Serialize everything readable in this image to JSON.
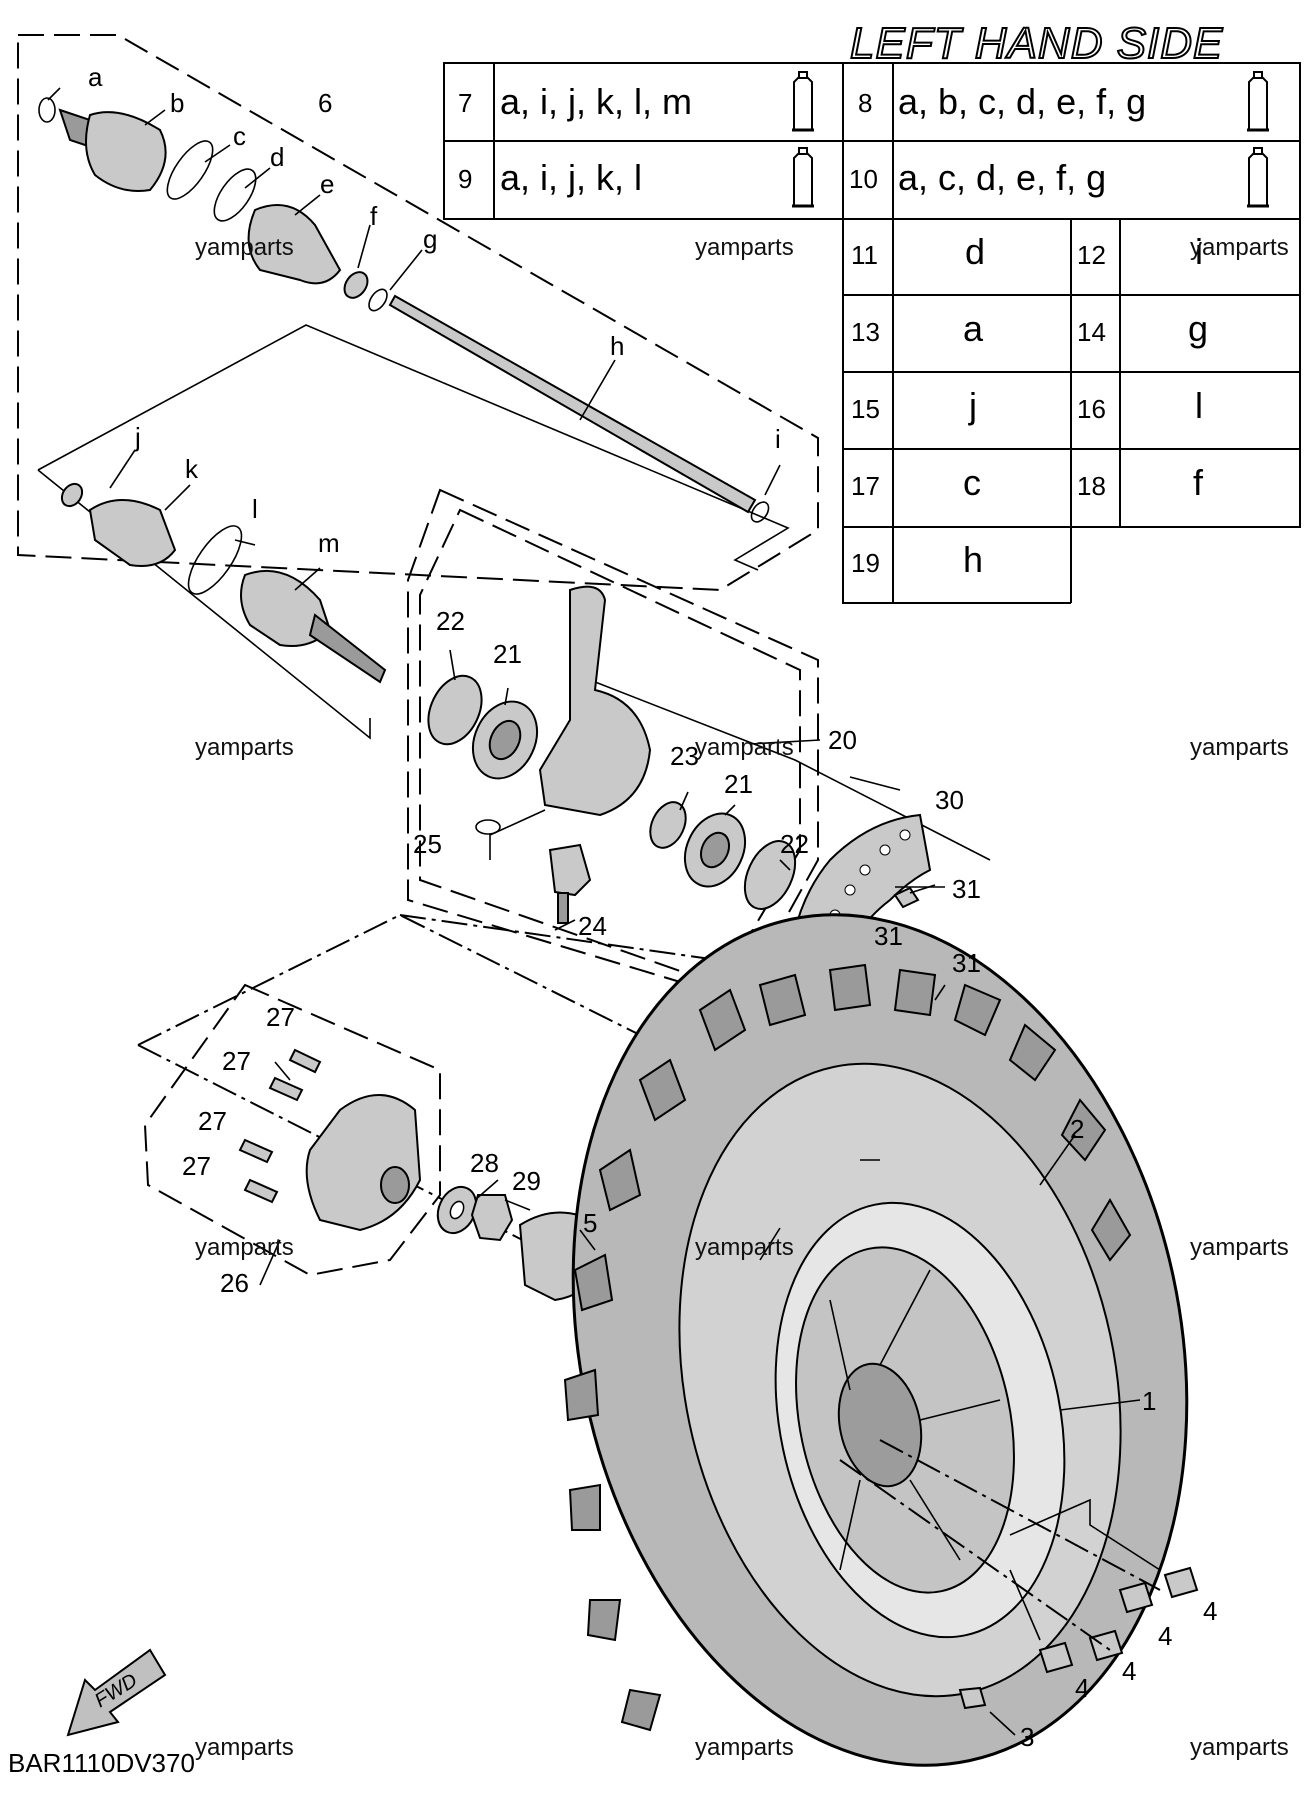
{
  "title": "LEFT HAND SIDE",
  "diagram_code": "BAR1110DV370",
  "fwd_label": "FWD",
  "watermark": "yamparts",
  "kit_table": [
    {
      "no": "7",
      "parts": "a, i, j, k, l, m"
    },
    {
      "no": "8",
      "parts": "a, b, c, d, e, f, g"
    },
    {
      "no": "9",
      "parts": "a, i, j, k, l"
    },
    {
      "no": "10",
      "parts": "a, c, d, e, f, g"
    }
  ],
  "single_table": [
    {
      "no": "11",
      "part": "d"
    },
    {
      "no": "12",
      "part": "i"
    },
    {
      "no": "13",
      "part": "a"
    },
    {
      "no": "14",
      "part": "g"
    },
    {
      "no": "15",
      "part": "j"
    },
    {
      "no": "16",
      "part": "l"
    },
    {
      "no": "17",
      "part": "c"
    },
    {
      "no": "18",
      "part": "f"
    },
    {
      "no": "19",
      "part": "h"
    }
  ],
  "letters": {
    "a": "a",
    "b": "b",
    "c": "c",
    "d": "d",
    "e": "e",
    "f": "f",
    "g": "g",
    "h": "h",
    "i": "i",
    "j": "j",
    "k": "k",
    "l": "l",
    "m": "m"
  },
  "numbers": {
    "n1": "1",
    "n2": "2",
    "n3": "3",
    "n4": "4",
    "n5": "5",
    "n6": "6",
    "n20": "20",
    "n21": "21",
    "n22": "22",
    "n23": "23",
    "n24": "24",
    "n25": "25",
    "n26": "26",
    "n27": "27",
    "n28": "28",
    "n29": "29",
    "n30": "30",
    "n31": "31"
  }
}
